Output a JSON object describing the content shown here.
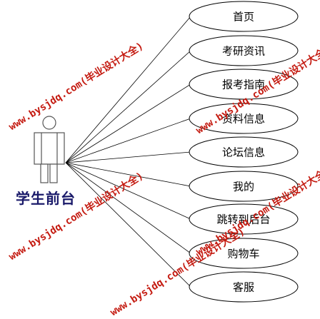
{
  "actor": {
    "label": "学生前台"
  },
  "use_cases": [
    {
      "label": "首页"
    },
    {
      "label": "考研资讯"
    },
    {
      "label": "报考指南"
    },
    {
      "label": "资料信息"
    },
    {
      "label": "论坛信息"
    },
    {
      "label": "我的"
    },
    {
      "label": "跳转到后台"
    },
    {
      "label": "购物车"
    },
    {
      "label": "客服"
    }
  ],
  "watermark": {
    "text": "www.bysjdq.com(毕业设计大全)",
    "color": "#c41a10"
  },
  "colors": {
    "actor": "#1a1a6a",
    "lines": "#000000"
  }
}
